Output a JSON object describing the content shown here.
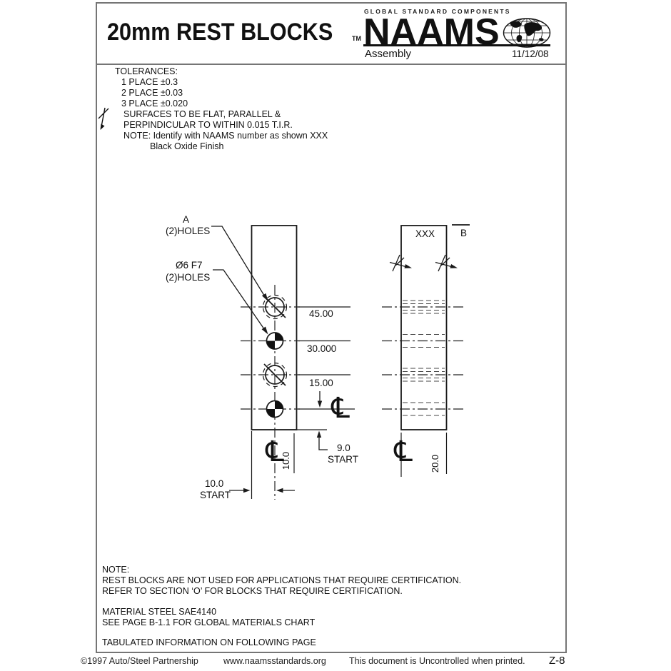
{
  "header": {
    "title": "20mm REST BLOCKS",
    "tagline": "GLOBAL STANDARD COMPONENTS",
    "tm": "TM",
    "brand": "NAAMS",
    "subtitle": "Assembly",
    "date": "11/12/08"
  },
  "tolerances": {
    "heading": "TOLERANCES:",
    "places": [
      "1 PLACE  ±0.3",
      "2 PLACE  ±0.03",
      "3 PLACE  ±0.020"
    ],
    "surface_line1": "SURFACES TO BE FLAT, PARALLEL &",
    "surface_line2": "PERPINDICULAR TO WITHIN 0.015 T.I.R.",
    "id_note": "NOTE: Identify with NAAMS number as shown XXX",
    "finish": "Black Oxide Finish"
  },
  "drawing": {
    "leader_a_line1": "A",
    "leader_a_line2": "(2)HOLES",
    "leader_b_line1": "Ø6 F7",
    "leader_b_line2": "(2)HOLES",
    "part_id": "XXX",
    "datum_b": "B",
    "centerline_symbol": "℄",
    "dims": {
      "d45": "45.00",
      "d30": "30.000",
      "d15": "15.00",
      "d9": "9.0",
      "d9_start": "START",
      "d10": "10.0",
      "d10_start": "START",
      "d10_vertical": "10.0",
      "d20_vertical": "20.0"
    }
  },
  "notes": {
    "heading": "NOTE:",
    "line1": "REST BLOCKS ARE NOT USED FOR APPLICATIONS THAT REQUIRE CERTIFICATION.",
    "line2": "REFER TO SECTION ‘O’ FOR BLOCKS THAT REQUIRE CERTIFICATION.",
    "material1": "MATERIAL STEEL SAE4140",
    "material2": "SEE PAGE B-1.1 FOR GLOBAL MATERIALS CHART",
    "tabulated": "TABULATED INFORMATION ON FOLLOWING PAGE"
  },
  "footer": {
    "copyright": "©1997 Auto/Steel Partnership",
    "url": "www.naamsstandards.org",
    "uncontrolled": "This document is Uncontrolled when printed.",
    "page": "Z-8"
  }
}
